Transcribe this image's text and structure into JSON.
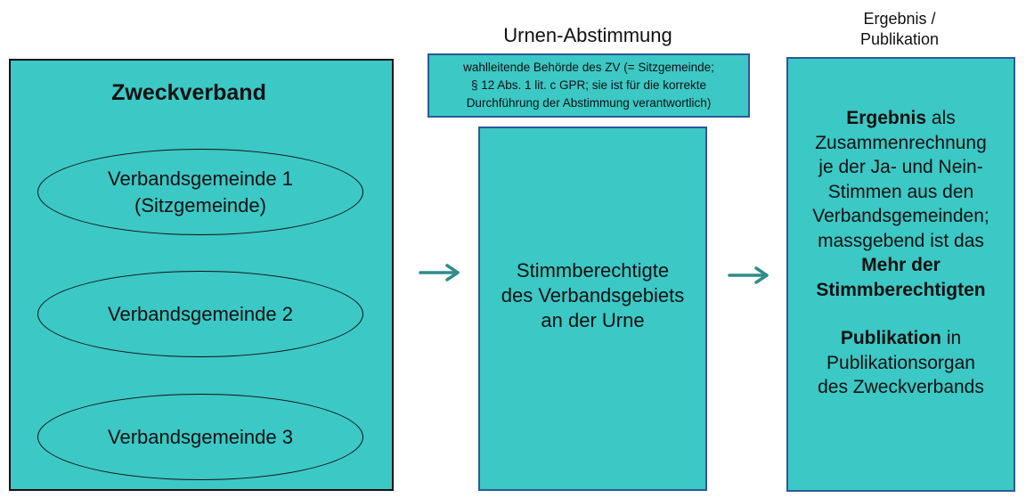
{
  "colors": {
    "box_fill": "#3cc8c5",
    "border_dark": "#111111",
    "border_blue": "#2a5a9c",
    "arrow": "#2e8c8a"
  },
  "headings": {
    "urnen": "Urnen-Abstimmung",
    "ergebnis_line1": "Ergebnis /",
    "ergebnis_line2": "Publikation"
  },
  "zweckverband": {
    "title": "Zweckverband",
    "members": [
      {
        "line1": "Verbandsgemeinde 1",
        "line2": "(Sitzgemeinde)"
      },
      {
        "line1": "Verbandsgemeinde 2",
        "line2": ""
      },
      {
        "line1": "Verbandsgemeinde 3",
        "line2": ""
      }
    ]
  },
  "behoerde": {
    "line1": "wahlleitende Behörde des ZV (= Sitzgemeinde;",
    "line2": "§ 12 Abs. 1 lit. c GPR; sie ist für die korrekte",
    "line3": "Durchführung der Abstimmung verantwortlich)"
  },
  "urne": {
    "line1": "Stimmberechtigte",
    "line2": "des Verbandsgebiets",
    "line3": "an der Urne"
  },
  "result": {
    "bold1": "Ergebnis",
    "rest1": " als",
    "line2": "Zusammenrechnung",
    "line3": "je der Ja- und Nein-",
    "line4": "Stimmen aus den",
    "line5": "Verbandsgemeinden;",
    "line6": "massgebend ist das",
    "bold7": "Mehr der",
    "bold8": "Stimmberechtigten",
    "bold9": "Publikation",
    "rest9": " in",
    "line10": "Publikationsorgan",
    "line11": "des Zweckverbands"
  },
  "arrows": [
    {
      "icon": "right-arrow-icon"
    },
    {
      "icon": "right-arrow-icon"
    }
  ]
}
